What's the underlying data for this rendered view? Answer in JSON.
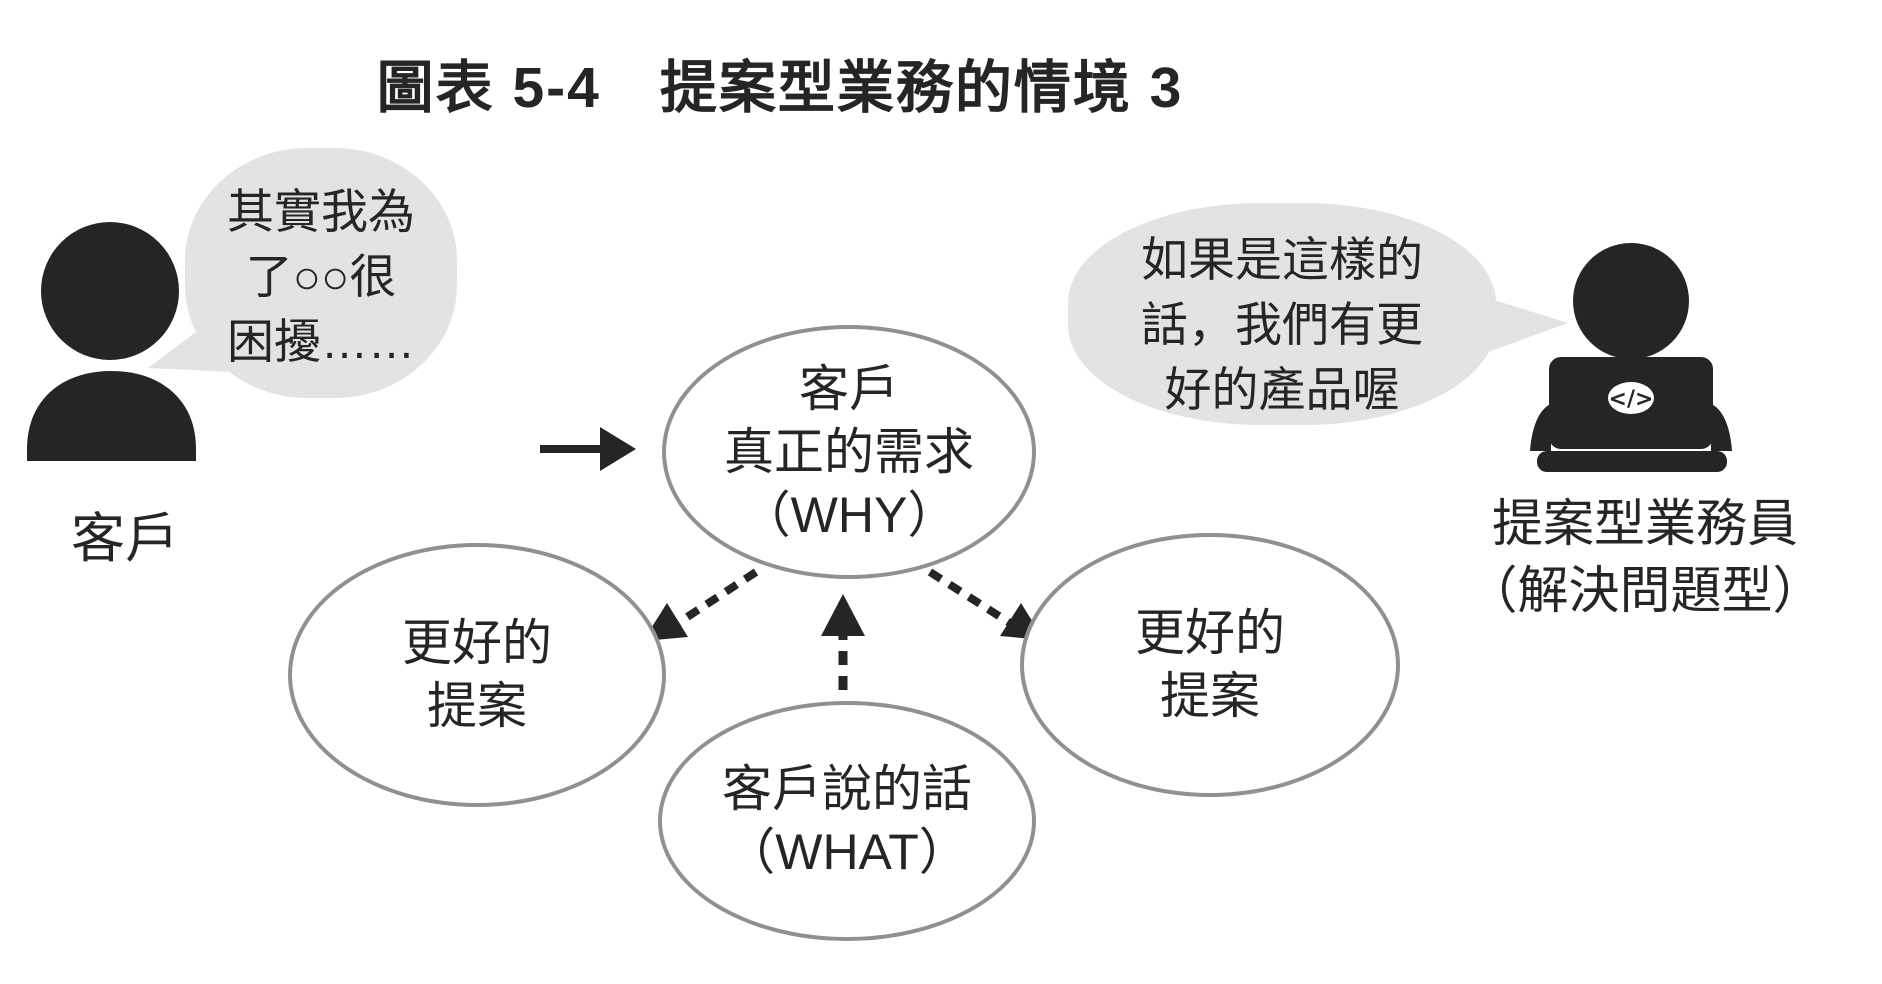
{
  "title": "圖表 5-4　提案型業務的情境 3",
  "customer": {
    "label": "客戶",
    "bubble_text": "其實我為\n了○○很\n困擾……",
    "icon": "person-silhouette-icon"
  },
  "salesperson": {
    "label": "提案型業務員\n（解決問題型）",
    "bubble_text": "如果是這樣的\n話，我們有更\n好的產品喔",
    "icon": "person-at-laptop-icon",
    "laptop_logo": "</>"
  },
  "nodes": {
    "why": "客戶\n真正的需求\n（WHY）",
    "what": "客戶說的話\n（WHAT）",
    "left_proposal": "更好的\n提案",
    "right_proposal": "更好的\n提案"
  },
  "colors": {
    "ink": "#272425",
    "bubble_gray": "#e2e3e5",
    "ellipse_border": "#8e9093",
    "background": "#ffffff"
  }
}
